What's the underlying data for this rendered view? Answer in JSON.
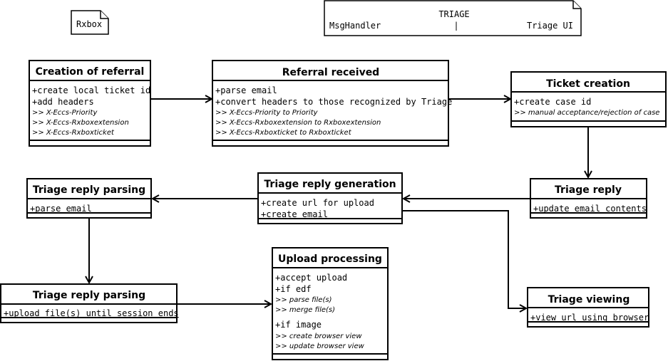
{
  "notes": {
    "rxbox": "Rxbox",
    "triage": {
      "title": "TRIAGE",
      "left": "MsgHandler",
      "mid": "|",
      "right": "Triage UI"
    }
  },
  "classes": {
    "creation_of_referral": {
      "title": "Creation of referral",
      "lines": [
        "+create local ticket id",
        "+add headers"
      ],
      "notes": [
        ">> X-Eccs-Priority",
        ">> X-Eccs-Rxboxextension",
        ">> X-Eccs-Rxboxticket"
      ]
    },
    "referral_received": {
      "title": "Referral received",
      "lines": [
        "+parse email",
        "+convert headers to those recognized by Triage"
      ],
      "notes": [
        ">> X-Eccs-Priority to Priority",
        ">> X-Eccs-Rxboxextension to Rxboxextension",
        ">> X-Eccs-Rxboxticket to Rxboxticket"
      ]
    },
    "ticket_creation": {
      "title": "Ticket creation",
      "lines": [
        "+create case id"
      ],
      "notes": [
        ">> manual acceptance/rejection of case"
      ]
    },
    "triage_reply": {
      "title": "Triage reply",
      "lines": [
        "+update email contents"
      ]
    },
    "triage_reply_generation": {
      "title": "Triage reply generation",
      "lines": [
        "+create url for upload",
        "+create email"
      ]
    },
    "triage_reply_parsing_1": {
      "title": "Triage reply parsing",
      "lines": [
        "+parse email"
      ]
    },
    "triage_reply_parsing_2": {
      "title": "Triage reply parsing",
      "lines": [
        "+upload file(s) until session ends"
      ]
    },
    "upload_processing": {
      "title": "Upload processing",
      "lines1": [
        "+accept upload",
        "+if edf"
      ],
      "notes1": [
        ">> parse file(s)",
        ">> merge file(s)"
      ],
      "lines2": [
        "+if image"
      ],
      "notes2": [
        ">> create browser view",
        ">> update browser view"
      ]
    },
    "triage_viewing": {
      "title": "Triage viewing",
      "lines": [
        "+view url using browser"
      ]
    }
  }
}
